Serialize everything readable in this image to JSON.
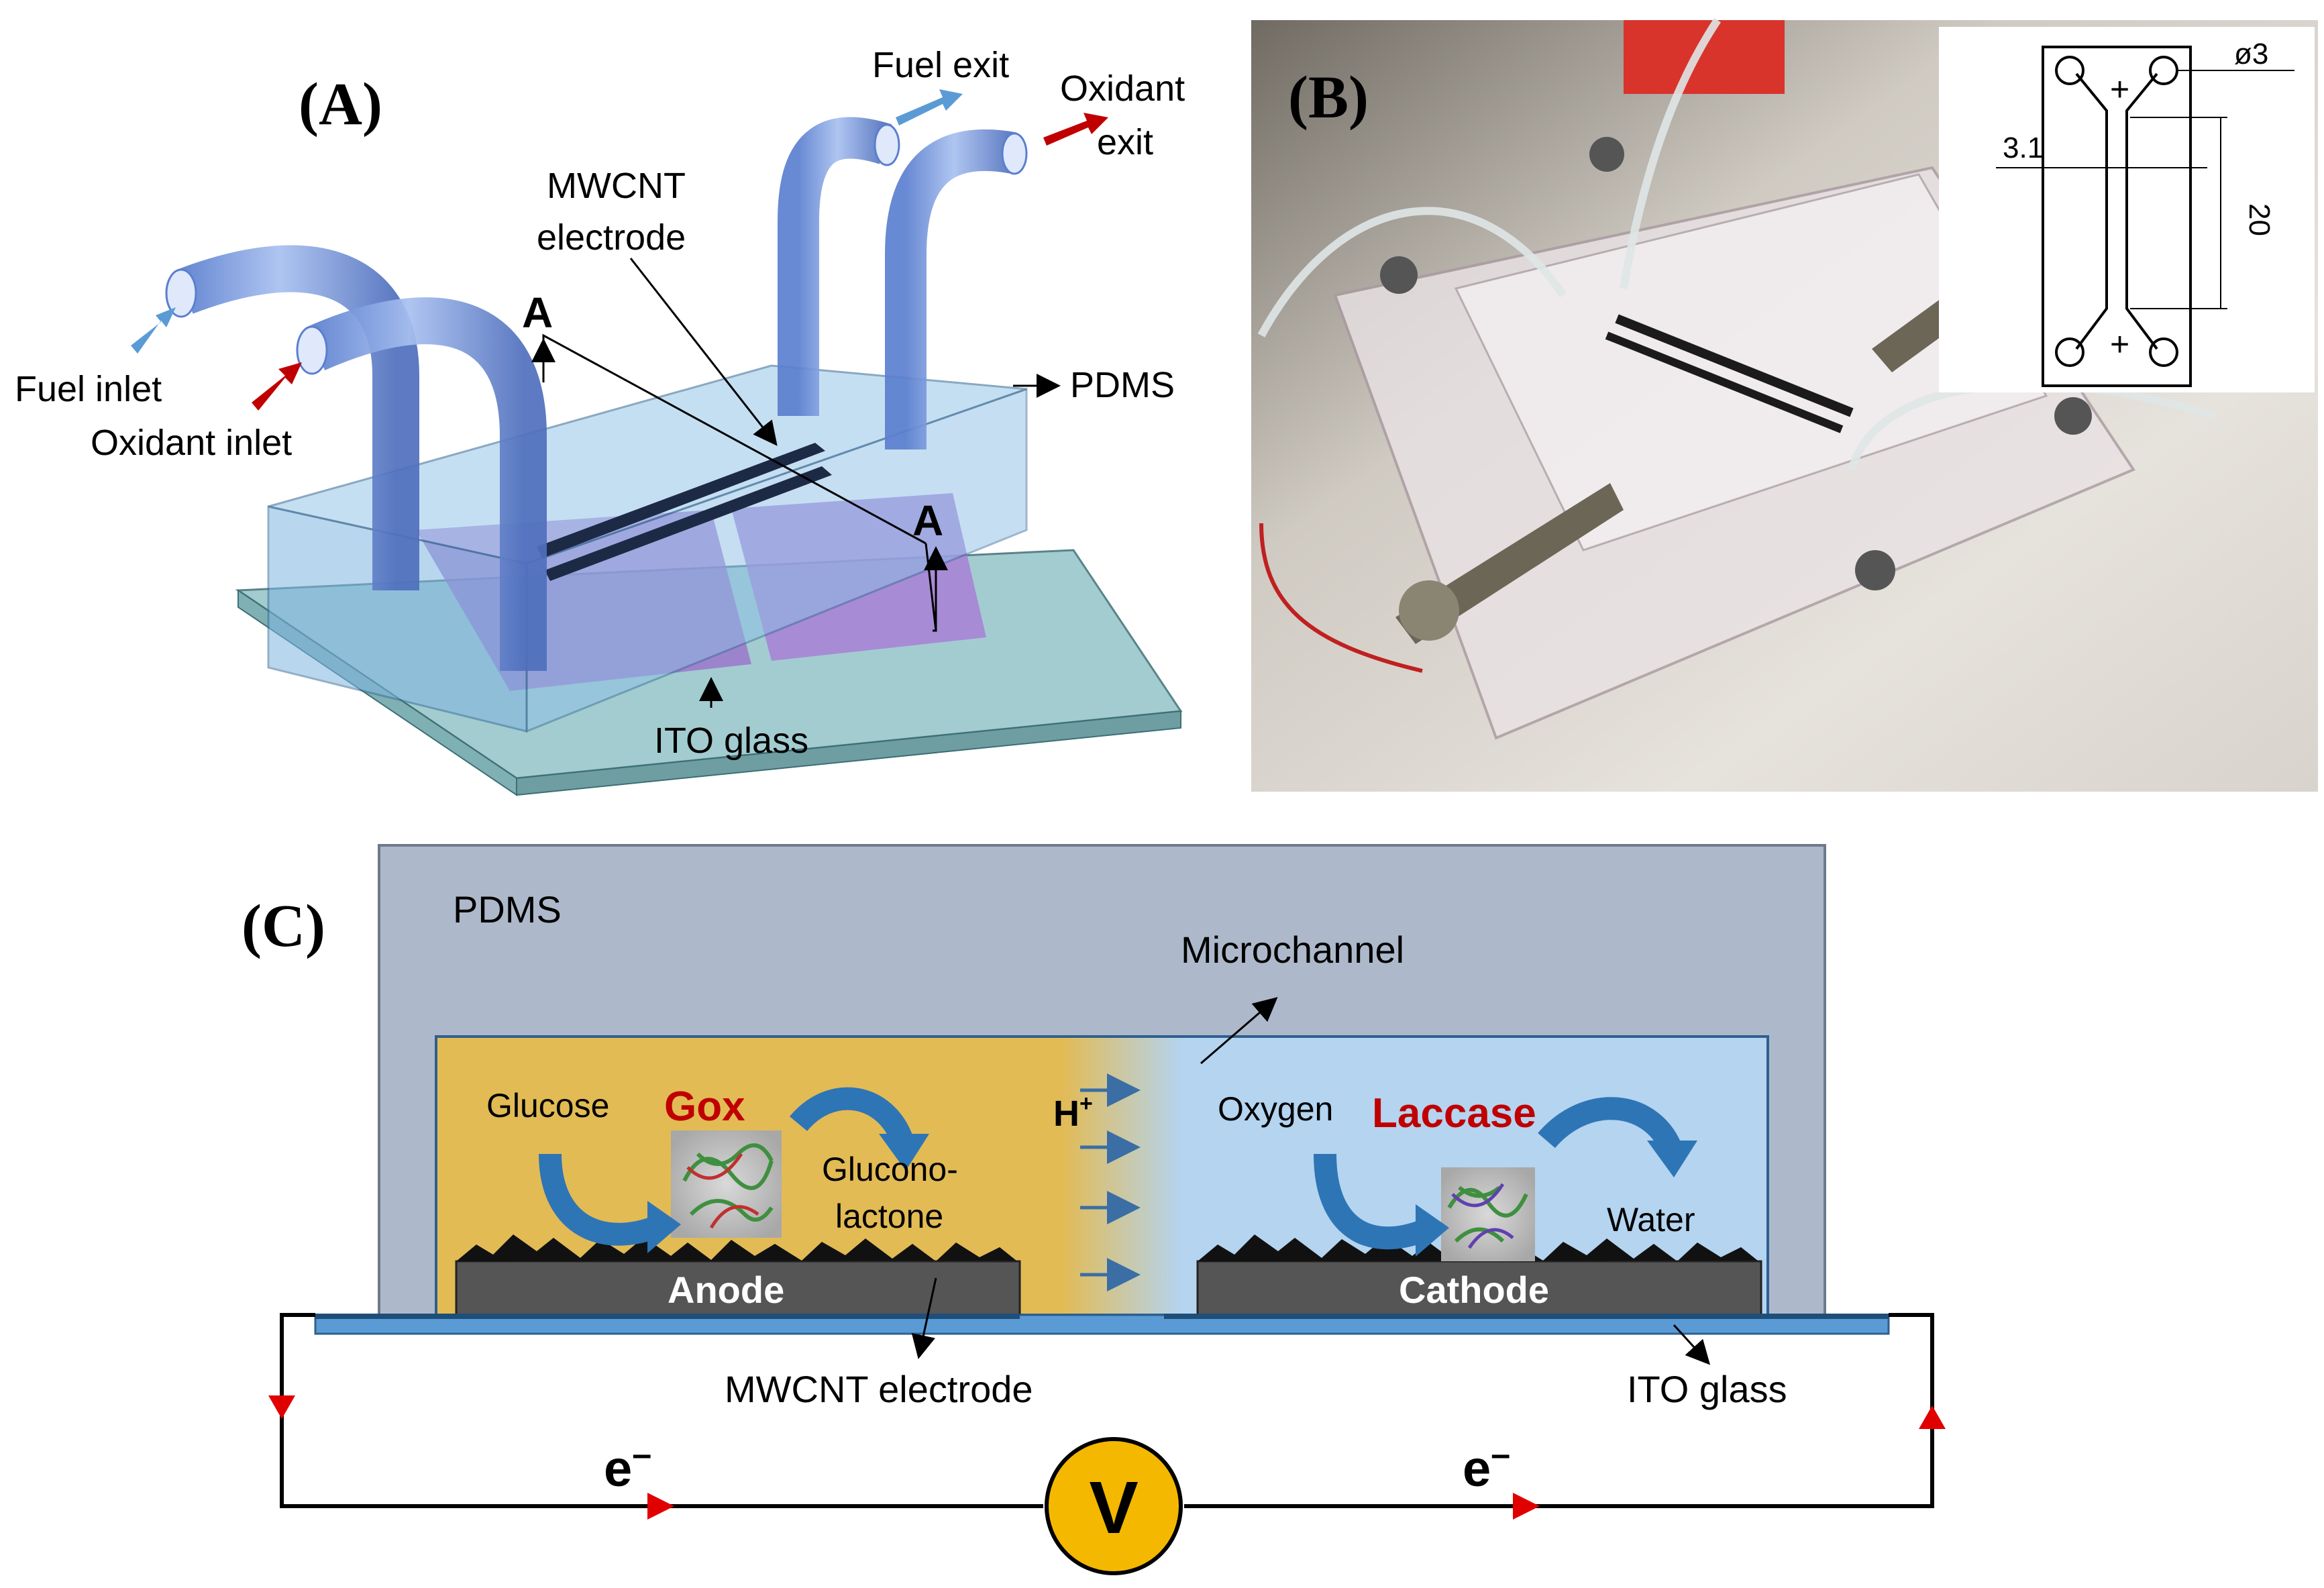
{
  "panel_a": {
    "letter": "(A)",
    "labels": {
      "fuel_exit": "Fuel exit",
      "oxidant_exit_1": "Oxidant",
      "oxidant_exit_2": "exit",
      "mwcnt_1": "MWCNT",
      "mwcnt_2": "electrode",
      "section_mark": "A",
      "fuel_inlet": "Fuel inlet",
      "oxidant_inlet": "Oxidant inlet",
      "pdms": "PDMS",
      "ito_glass": "ITO glass"
    }
  },
  "panel_b": {
    "letter": "(B)",
    "inset": {
      "dim_diameter": "ø3",
      "dim_width": "3.1",
      "dim_length": "20",
      "plus_mark": "+"
    }
  },
  "panel_c": {
    "letter": "(C)",
    "labels": {
      "pdms": "PDMS",
      "microchannel": "Microchannel",
      "glucose": "Glucose",
      "gox": "Gox",
      "glucono_1": "Glucono-",
      "glucono_2": "lactone",
      "proton": "H",
      "proton_sup": "+",
      "oxygen": "Oxygen",
      "laccase": "Laccase",
      "water": "Water",
      "anode": "Anode",
      "cathode": "Cathode",
      "mwcnt_electrode": "MWCNT electrode",
      "ito_glass": "ITO glass",
      "electron_left": "e",
      "electron_right": "e",
      "electron_sup": "–",
      "voltmeter": "V"
    }
  },
  "colors": {
    "tube_blue": "#7e9ee0",
    "pdms_blue": "#9ec8e8",
    "ito_purple": "#a070d0",
    "fuel_arrow": "#5b9bd5",
    "oxidant_arrow": "#c00000",
    "pdms_grey": "#adb9ca",
    "anode_yellow": "#e2bb55",
    "cathode_blue": "#b4d4f0",
    "enzyme_red": "#c00000",
    "voltmeter_yellow": "#f5b800",
    "circuit_red": "#e00000"
  }
}
